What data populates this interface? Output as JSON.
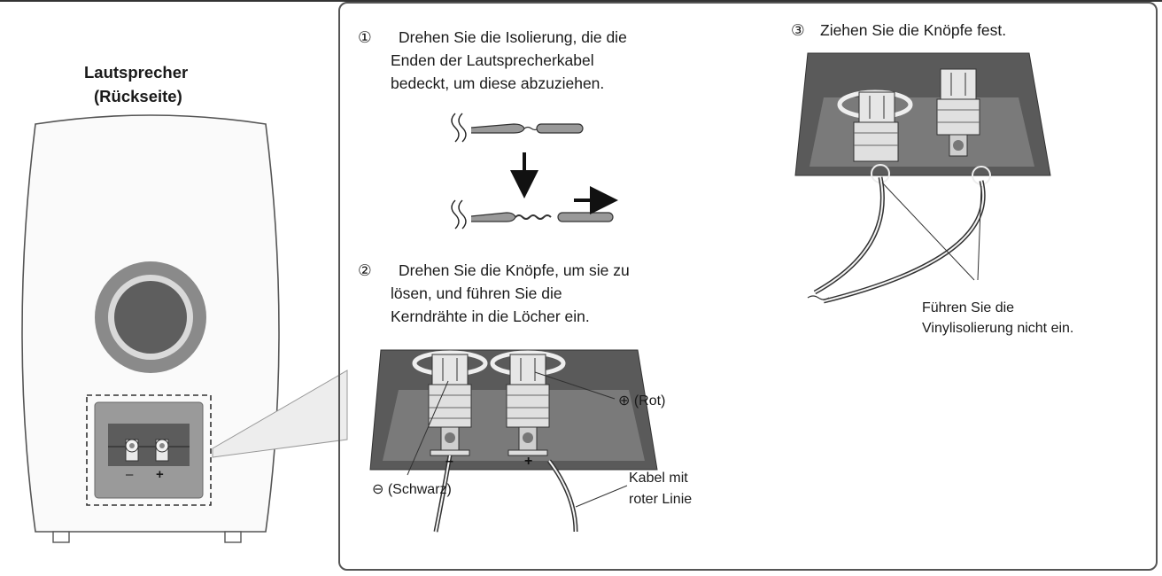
{
  "speaker": {
    "title_line1": "Lautsprecher",
    "title_line2": "(Rückseite)",
    "terminal_minus": "–",
    "terminal_plus": "+"
  },
  "steps": [
    {
      "number": "①",
      "lines": [
        "Drehen Sie die Isolierung, die die",
        "Enden der Lautsprecherkabel",
        "bedeckt, um diese abzuziehen."
      ]
    },
    {
      "number": "②",
      "lines": [
        "Drehen Sie die Knöpfe, um sie zu",
        "lösen, und führen Sie die",
        "Kerndrähte in die Löcher ein."
      ]
    },
    {
      "number": "③",
      "lines": [
        "Ziehen Sie die Knöpfe fest."
      ]
    }
  ],
  "labels": {
    "red_terminal": "⊕ (Rot)",
    "black_terminal": "⊖ (Schwarz)",
    "red_line_cable_1": "Kabel mit",
    "red_line_cable_2": "roter Linie",
    "terminal_minus": "–",
    "terminal_plus": "+",
    "no_vinyl_1": "Führen Sie die",
    "no_vinyl_2": "Vinylisolierung nicht ein."
  },
  "colors": {
    "panel_dark": "#5a5a5a",
    "panel_mid": "#7a7a7a",
    "terminal_light": "#dcdcdc",
    "frame": "#555555"
  }
}
